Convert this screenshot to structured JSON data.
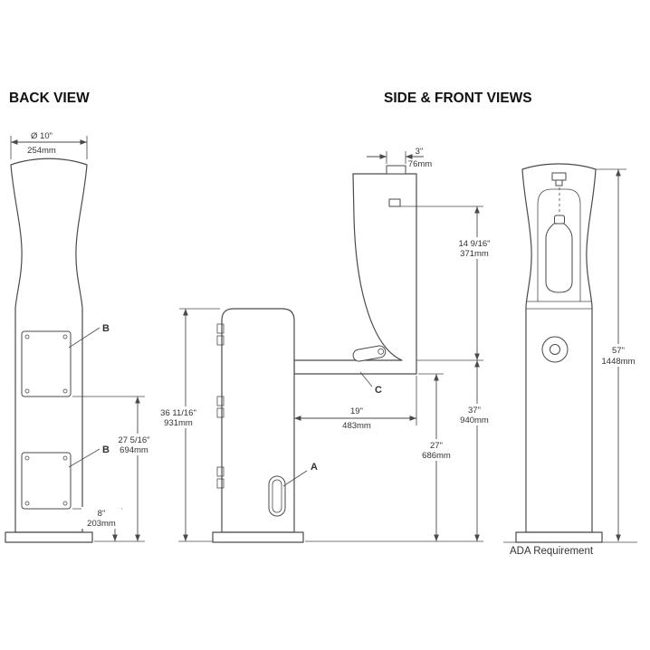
{
  "titles": {
    "back": "BACK VIEW",
    "side_front": "SIDE & FRONT VIEWS"
  },
  "footer": {
    "ada_note": "ADA Requirement"
  },
  "callouts": {
    "a": "A",
    "b_upper": "B",
    "b_lower": "B",
    "c": "C"
  },
  "dims": {
    "diameter": {
      "in": "Ø 10\"",
      "mm": "254mm"
    },
    "back_panel_upper": {
      "in": "27 5/16\"",
      "mm": "694mm"
    },
    "back_panel_lower": {
      "in": "8\"",
      "mm": "203mm"
    },
    "spout_projection": {
      "in": "3\"",
      "mm": "76mm"
    },
    "spout_to_basin": {
      "in": "14 9/16\"",
      "mm": "371mm"
    },
    "pedestal_height": {
      "in": "36 11/16\"",
      "mm": "931mm"
    },
    "basin_depth": {
      "in": "19\"",
      "mm": "483mm"
    },
    "underside_clearance": {
      "in": "27\"",
      "mm": "686mm"
    },
    "basin_height": {
      "in": "37\"",
      "mm": "940mm"
    },
    "overall_height": {
      "in": "57\"",
      "mm": "1448mm"
    }
  }
}
